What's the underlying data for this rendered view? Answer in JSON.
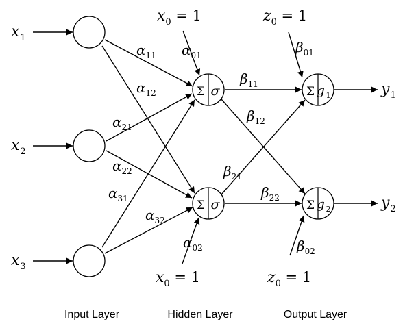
{
  "inputs": [
    {
      "sym": "x",
      "sub": "1"
    },
    {
      "sym": "x",
      "sub": "2"
    },
    {
      "sym": "x",
      "sub": "3"
    }
  ],
  "outputs": [
    {
      "sym": "y",
      "sub": "1"
    },
    {
      "sym": "y",
      "sub": "2"
    }
  ],
  "hidden_nodes": [
    {
      "sum": "Σ",
      "act": "σ",
      "act_sub": ""
    },
    {
      "sum": "Σ",
      "act": "σ",
      "act_sub": ""
    }
  ],
  "output_nodes": [
    {
      "sum": "Σ",
      "act": "g",
      "act_sub": "1"
    },
    {
      "sum": "Σ",
      "act": "g",
      "act_sub": "2"
    }
  ],
  "biases": {
    "hidden_top": {
      "sym": "x",
      "sub": "0",
      "eq": " = 1"
    },
    "hidden_bottom": {
      "sym": "x",
      "sub": "0",
      "eq": " = 1"
    },
    "output_top": {
      "sym": "z",
      "sub": "0",
      "eq": " = 1"
    },
    "output_bottom": {
      "sym": "z",
      "sub": "0",
      "eq": " = 1"
    }
  },
  "weights": {
    "alpha_01": {
      "sym": "α",
      "sub": "01"
    },
    "alpha_02": {
      "sym": "α",
      "sub": "02"
    },
    "alpha_11": {
      "sym": "α",
      "sub": "11"
    },
    "alpha_12": {
      "sym": "α",
      "sub": "12"
    },
    "alpha_21": {
      "sym": "α",
      "sub": "21"
    },
    "alpha_22": {
      "sym": "α",
      "sub": "22"
    },
    "alpha_31": {
      "sym": "α",
      "sub": "31"
    },
    "alpha_32": {
      "sym": "α",
      "sub": "32"
    },
    "beta_01": {
      "sym": "β",
      "sub": "01"
    },
    "beta_02": {
      "sym": "β",
      "sub": "02"
    },
    "beta_11": {
      "sym": "β",
      "sub": "11"
    },
    "beta_12": {
      "sym": "β",
      "sub": "12"
    },
    "beta_21": {
      "sym": "β",
      "sub": "21"
    },
    "beta_22": {
      "sym": "β",
      "sub": "22"
    }
  },
  "layers": {
    "input": "Input Layer",
    "hidden": "Hidden Layer",
    "output": "Output Layer"
  }
}
